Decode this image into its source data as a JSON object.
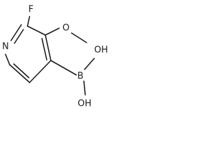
{
  "molecule": {
    "atoms": {
      "fluorine": "F",
      "nitrogen": "N",
      "methoxy_oxygen": "O",
      "boron": "B",
      "hydroxyl_1": "OH",
      "hydroxyl_2": "OH"
    }
  },
  "colors": {
    "bond": "#1a1a1a",
    "background": "#ffffff"
  }
}
